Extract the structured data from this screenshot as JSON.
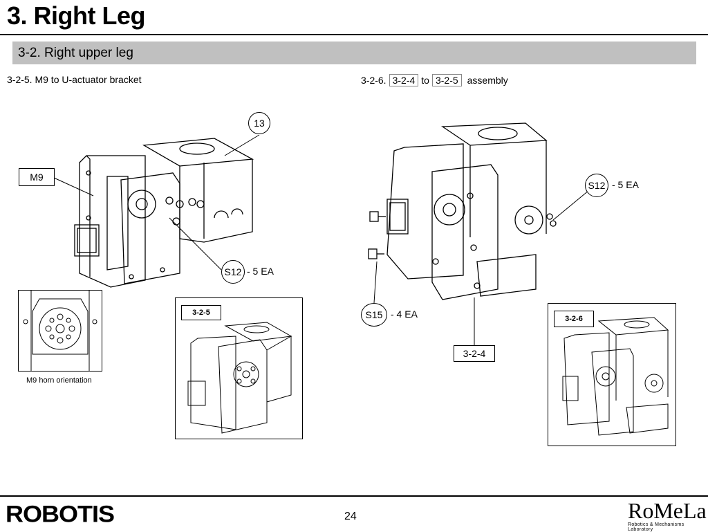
{
  "header": {
    "title": "3. Right Leg"
  },
  "section": {
    "title": "3-2. Right upper leg"
  },
  "step_left": {
    "text": "3-2-5. M9 to U-actuator bracket"
  },
  "step_right": {
    "prefix": "3-2-6.",
    "ref_a": "3-2-4",
    "to": "to",
    "ref_b": "3-2-5",
    "suffix": "assembly"
  },
  "left_diagram": {
    "part_m9": "M9",
    "part_13": "13",
    "screw": "S12",
    "screw_qty": "- 5 EA",
    "inset_caption": "M9 horn orientation",
    "result_tag": "3-2-5"
  },
  "right_diagram": {
    "screw_a": "S12",
    "screw_a_qty": "- 5 EA",
    "screw_b": "S15",
    "screw_b_qty": "- 4 EA",
    "part_ref": "3-2-4",
    "result_tag": "3-2-6"
  },
  "footer": {
    "page_number": "24",
    "logo_left": "ROBOTIS",
    "logo_right": "RoMeLa",
    "logo_right_sub": "Robotics & Mechanisms Laboratory"
  }
}
